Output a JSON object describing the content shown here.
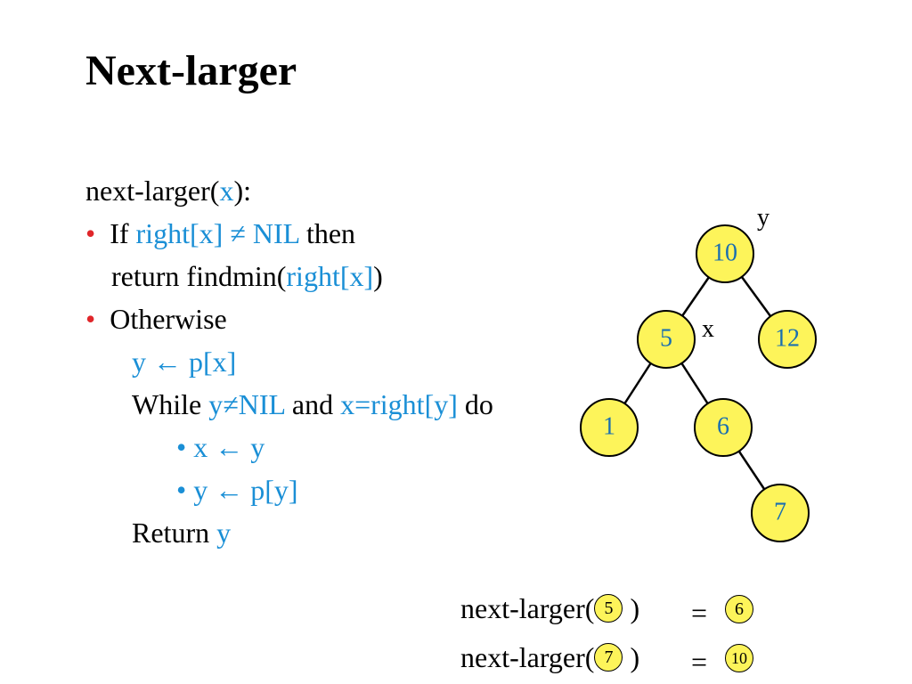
{
  "slide": {
    "title": "Next-larger"
  },
  "code": {
    "signature_prefix": "next-larger(",
    "signature_arg": "x",
    "signature_suffix": "):",
    "bullet": "•",
    "if_kw": "If",
    "if_cond": "right[x] ≠ NIL",
    "if_then": "then",
    "return_prefix": "return findmin(",
    "return_arg": "right[x]",
    "return_suffix": ")",
    "otherwise": "Otherwise",
    "assign_y": "y ← p[x]",
    "while_kw": "While",
    "while_cond1": "y≠NIL",
    "while_and": "and",
    "while_cond2": "x=right[y]",
    "while_do": "do",
    "inner1": "• x ← y",
    "inner2": "• y ← p[y]",
    "return_kw": "Return",
    "return_val": "y"
  },
  "tree": {
    "nodes": [
      {
        "id": "n10",
        "label": "10"
      },
      {
        "id": "n5",
        "label": "5"
      },
      {
        "id": "n12",
        "label": "12"
      },
      {
        "id": "n1",
        "label": "1"
      },
      {
        "id": "n6",
        "label": "6"
      },
      {
        "id": "n7",
        "label": "7"
      }
    ],
    "edges": [
      [
        "n10",
        "n5"
      ],
      [
        "n10",
        "n12"
      ],
      [
        "n5",
        "n1"
      ],
      [
        "n5",
        "n6"
      ],
      [
        "n6",
        "n7"
      ]
    ],
    "pointer_y": "y",
    "pointer_x": "x",
    "node_fill": "#fdf45a"
  },
  "examples": [
    {
      "prefix": "next-larger(",
      "arg": "5",
      "suffix": ")",
      "eq": "=",
      "result": "6"
    },
    {
      "prefix": "next-larger(",
      "arg": "7",
      "suffix": ")",
      "eq": "=",
      "result": "10"
    }
  ]
}
